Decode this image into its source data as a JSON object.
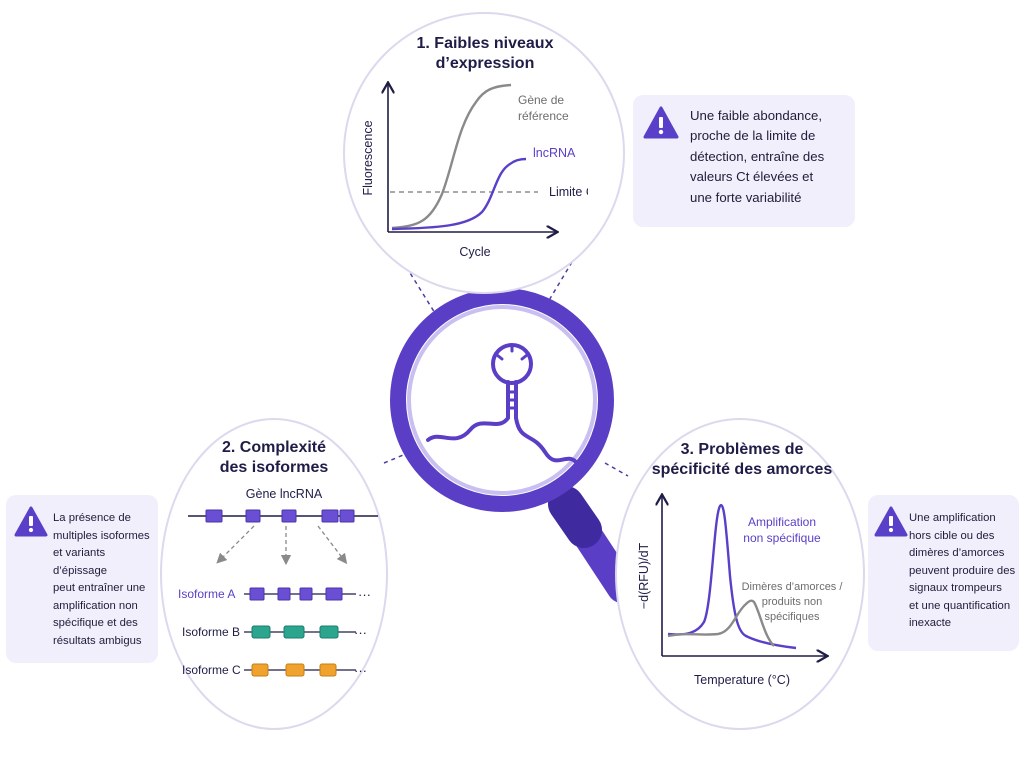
{
  "panel1": {
    "title_line1": "1. Faibles niveaux",
    "title_line2": "d’expression",
    "y_label": "Fluorescence",
    "x_label": "Cycle",
    "ref_line1": "Gène de",
    "ref_line2": "référence",
    "lncrna": "lncRNA",
    "threshold": "Limite Ct"
  },
  "note1": {
    "lines": [
      "Une faible abondance,",
      "proche de la limite de",
      "détection, entraîne des",
      "valeurs Ct élevées et",
      "une forte variabilité"
    ]
  },
  "panel2": {
    "title_line1": "2. Complexité",
    "title_line2": "des isoformes",
    "gene_label": "Gène lncRNA",
    "isoform_a": "Isoforme A",
    "isoform_b": "Isoforme B",
    "isoform_c": "Isoforme C",
    "ellipsis": "···"
  },
  "note2": {
    "lines": [
      "La présence de",
      "multiples isoformes",
      "et variants d’épissage",
      "peut entraîner une",
      "amplification non",
      "spécifique et des",
      "résultats ambigus"
    ]
  },
  "panel3": {
    "title_line1": "3. Problèmes de",
    "title_line2": "spécificité des amorces",
    "y_label": "−d(RFU)/dT",
    "x_label": "Temperature (°C)",
    "amp_line1": "Amplification",
    "amp_line2": "non spécifique",
    "dim_line1": "Dimères d’amorces /",
    "dim_line2": "produits non",
    "dim_line3": "spécifiques"
  },
  "note3": {
    "lines": [
      "Une amplification",
      "hors cible ou des",
      "dimères d’amorces",
      "peuvent produire des",
      "signaux trompeurs",
      "et une quantification",
      "inexacte"
    ]
  },
  "colors": {
    "purple": "#5a3fc9",
    "gray": "#8a8a8a",
    "teal": "#2ba58e",
    "orange": "#f0a22e",
    "dark": "#1f1d47",
    "note_bg": "#f1effb",
    "circle_border": "#dcd8ee"
  },
  "icons": [
    "warning-icon",
    "magnifier-icon",
    "rna-hairpin-icon"
  ]
}
